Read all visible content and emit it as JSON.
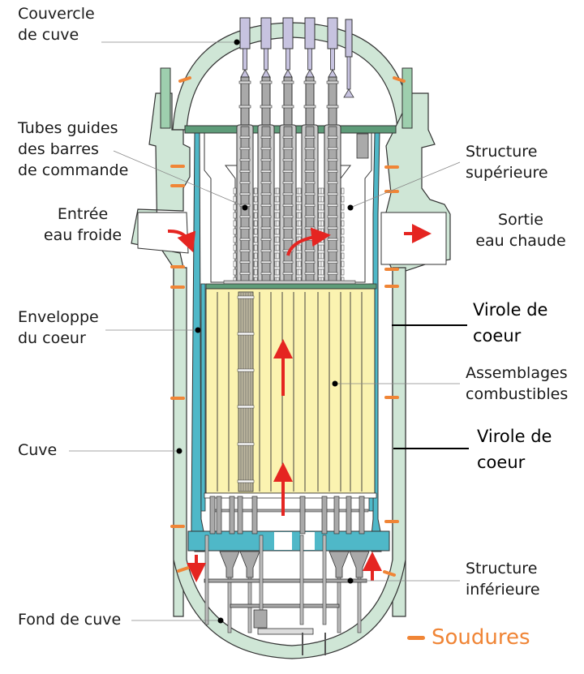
{
  "title": "Réacteur à eau pressurisée — cuve et internes",
  "colors": {
    "vessel": "#cfe6d6",
    "vessel_dark": "#6aa57c",
    "internals_blue": "#4fb8c8",
    "fuel": "#fbf3b0",
    "rods": "#a9a9a9",
    "rod_heads": "#c7c3e0",
    "arrow": "#e52521",
    "weld": "#f08536",
    "leader": "#888888",
    "leader_dark": "#000000"
  },
  "labels": {
    "couvercle": [
      "Couvercle",
      "de cuve"
    ],
    "tubes_guides": [
      "Tubes guides",
      "des barres",
      "de commande"
    ],
    "entree": [
      "Entrée",
      "eau froide"
    ],
    "enveloppe": [
      "Enveloppe",
      "du coeur"
    ],
    "cuve": [
      "Cuve"
    ],
    "fond": [
      "Fond de cuve"
    ],
    "structure_sup": [
      "Structure",
      "supérieure"
    ],
    "sortie": [
      "Sortie",
      "eau chaude"
    ],
    "virole_1": [
      "Virole de",
      "coeur"
    ],
    "assemblages": [
      "Assemblages",
      "combustibles"
    ],
    "virole_2": [
      "Virole de",
      "coeur"
    ],
    "structure_inf": [
      "Structure",
      "inférieure"
    ]
  },
  "legend": {
    "label": "Soudures",
    "symbol": "weld-mark"
  },
  "flow_arrows": [
    {
      "name": "inlet-arrow",
      "direction": "down-curve"
    },
    {
      "name": "outlet-arrow",
      "direction": "right"
    },
    {
      "name": "upper-plenum-arrow",
      "direction": "up-right-curve"
    },
    {
      "name": "core-arrow-upper",
      "direction": "up"
    },
    {
      "name": "core-arrow-lower",
      "direction": "up"
    },
    {
      "name": "downcomer-arrow-left",
      "direction": "down"
    },
    {
      "name": "downcomer-arrow-right",
      "direction": "up"
    }
  ]
}
